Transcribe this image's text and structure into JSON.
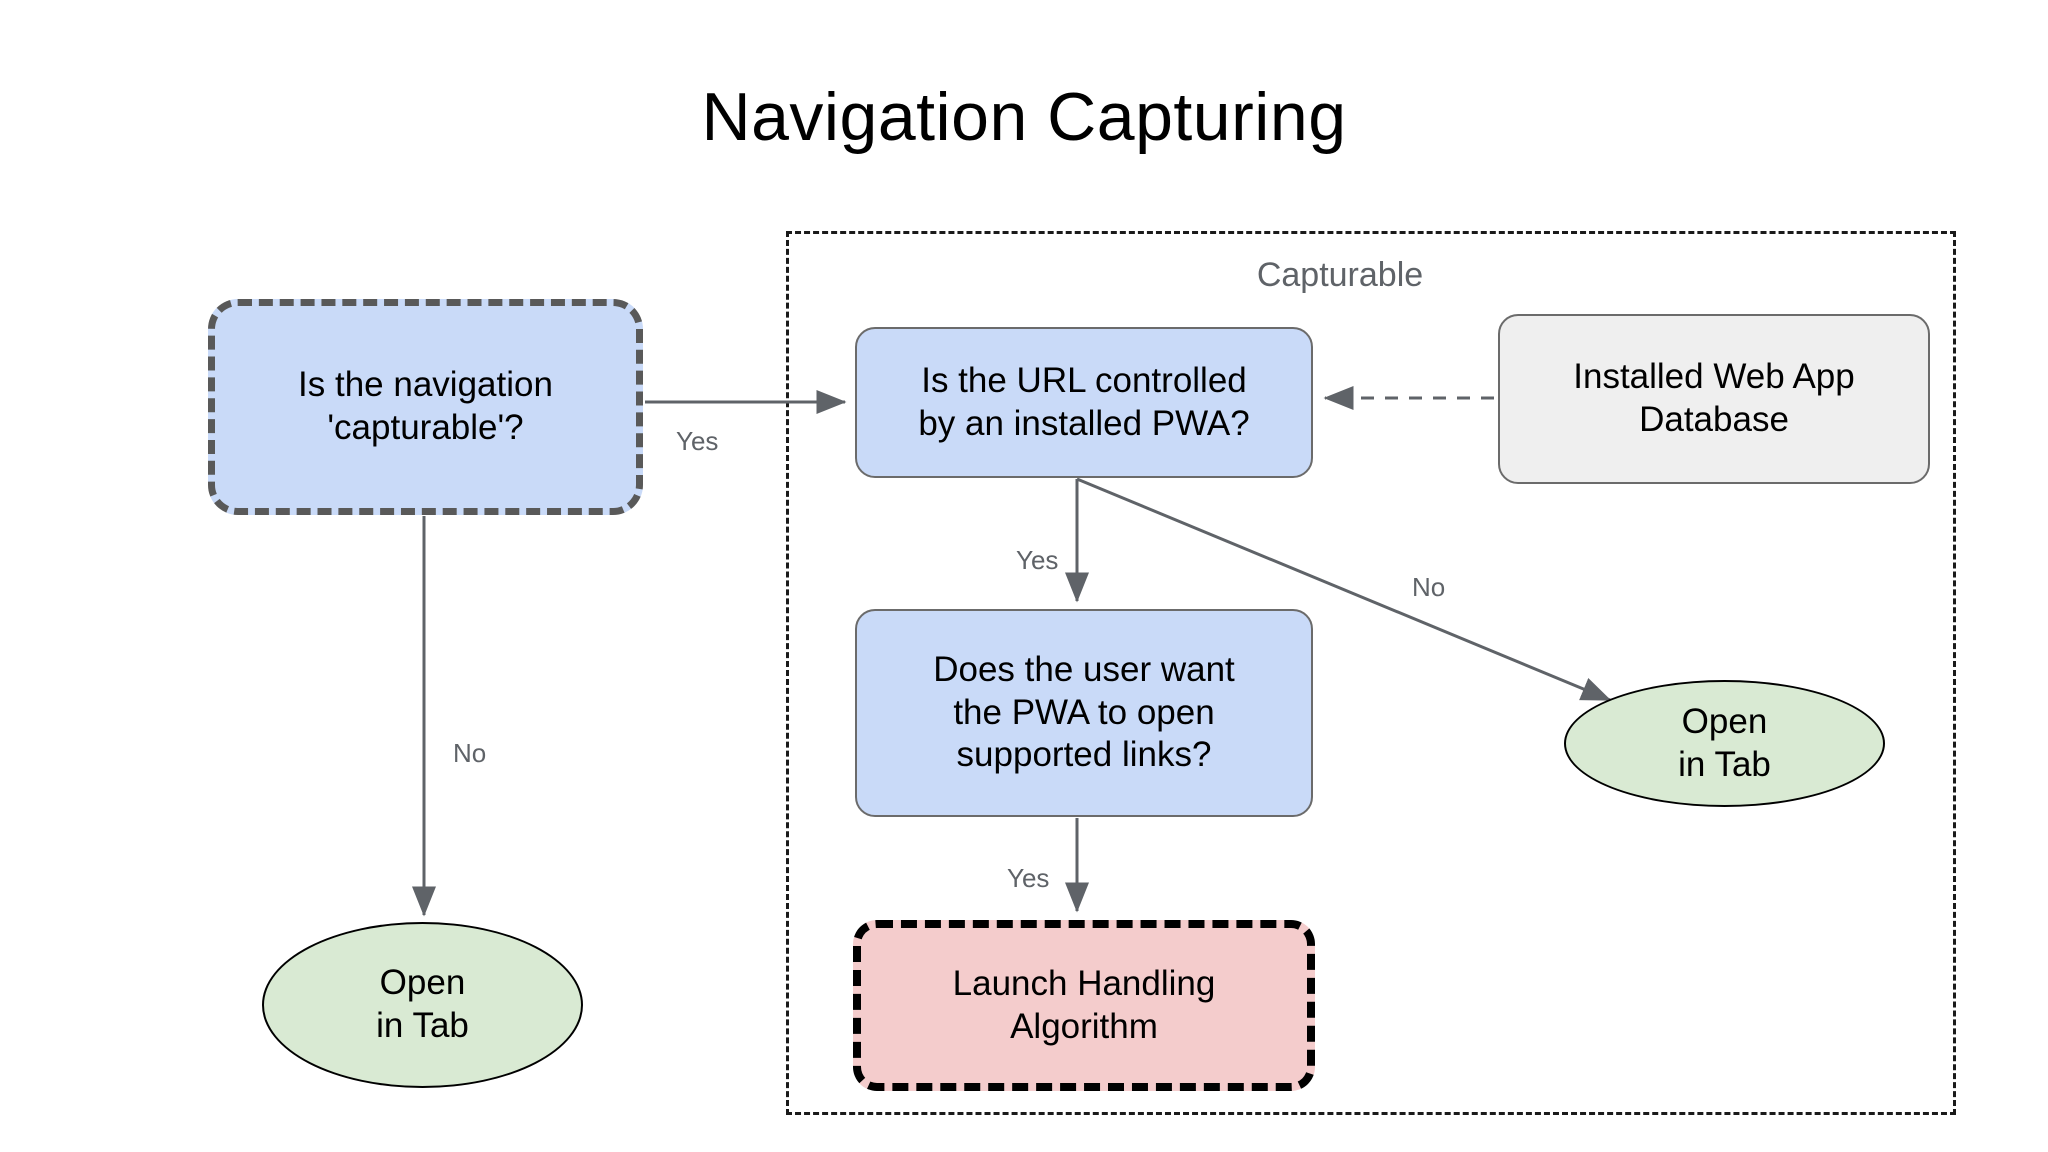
{
  "title": "Navigation Capturing",
  "colors": {
    "decision_fill": "#c9daf8",
    "store_fill": "#efefef",
    "process_fill": "#f4cccc",
    "terminal_fill": "#d9ead3",
    "edge_stroke": "#5f6368",
    "group_stroke": "#1a1a1a",
    "label_text": "#5f6368"
  },
  "group": {
    "label": "Capturable"
  },
  "nodes": {
    "is_capturable": {
      "label": "Is the navigation\n'capturable'?",
      "shape": "rounded-rect",
      "style": "dashed"
    },
    "url_controlled": {
      "label": "Is the URL controlled\nby an installed PWA?",
      "shape": "rounded-rect",
      "style": "solid"
    },
    "web_app_db": {
      "label": "Installed Web App\nDatabase",
      "shape": "rounded-rect",
      "style": "solid"
    },
    "user_want_open": {
      "label": "Does the user want\nthe PWA to open\nsupported links?",
      "shape": "rounded-rect",
      "style": "solid"
    },
    "launch_handling": {
      "label": "Launch Handling\nAlgorithm",
      "shape": "rounded-rect",
      "style": "dashed"
    },
    "open_in_tab_left": {
      "label": "Open\nin Tab",
      "shape": "ellipse",
      "style": "solid"
    },
    "open_in_tab_right": {
      "label": "Open\nin Tab",
      "shape": "ellipse",
      "style": "solid"
    }
  },
  "edges": {
    "capturable_yes": {
      "label": "Yes",
      "from": "is_capturable",
      "to": "url_controlled"
    },
    "capturable_no": {
      "label": "No",
      "from": "is_capturable",
      "to": "open_in_tab_left"
    },
    "pwa_yes": {
      "label": "Yes",
      "from": "url_controlled",
      "to": "user_want_open"
    },
    "pwa_no": {
      "label": "No",
      "from": "url_controlled",
      "to": "open_in_tab_right"
    },
    "links_yes": {
      "label": "Yes",
      "from": "user_want_open",
      "to": "launch_handling"
    },
    "db_feeds_url": {
      "label": "",
      "from": "web_app_db",
      "to": "url_controlled",
      "style": "dashed"
    }
  }
}
